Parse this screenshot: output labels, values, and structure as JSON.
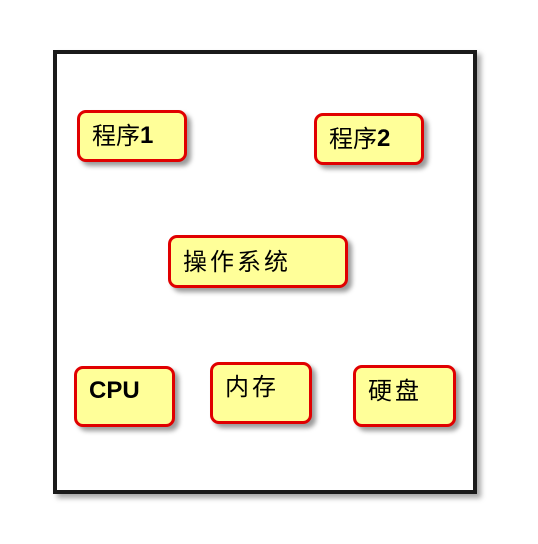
{
  "diagram": {
    "program1": {
      "label_cn": "程序",
      "label_num": "1"
    },
    "program2": {
      "label_cn": "程序",
      "label_num": "2"
    },
    "os": {
      "label": "操作系统"
    },
    "cpu": {
      "label": "CPU"
    },
    "memory": {
      "label": "内存"
    },
    "disk": {
      "label": "硬盘"
    }
  },
  "colors": {
    "box_fill": "#ffff99",
    "box_border": "#e00000",
    "frame_border": "#1a1a1a"
  }
}
